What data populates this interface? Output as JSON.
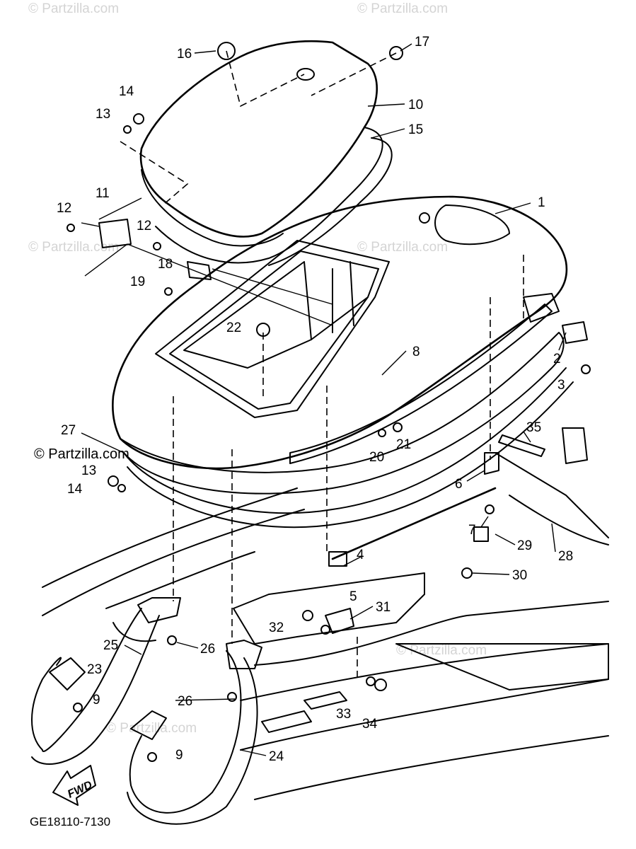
{
  "diagram": {
    "watermark": "© Partzilla.com",
    "drawing_code": "GE18110-7130",
    "fwd_label": "FWD",
    "callouts": [
      "16",
      "17",
      "14",
      "13",
      "10",
      "15",
      "11",
      "12",
      "12",
      "1",
      "18",
      "19",
      "22",
      "8",
      "2",
      "3",
      "27",
      "35",
      "21",
      "20",
      "13",
      "14",
      "6",
      "7",
      "29",
      "28",
      "4",
      "30",
      "5",
      "31",
      "32",
      "25",
      "26",
      "23",
      "9",
      "26",
      "33",
      "34",
      "9",
      "24"
    ]
  }
}
